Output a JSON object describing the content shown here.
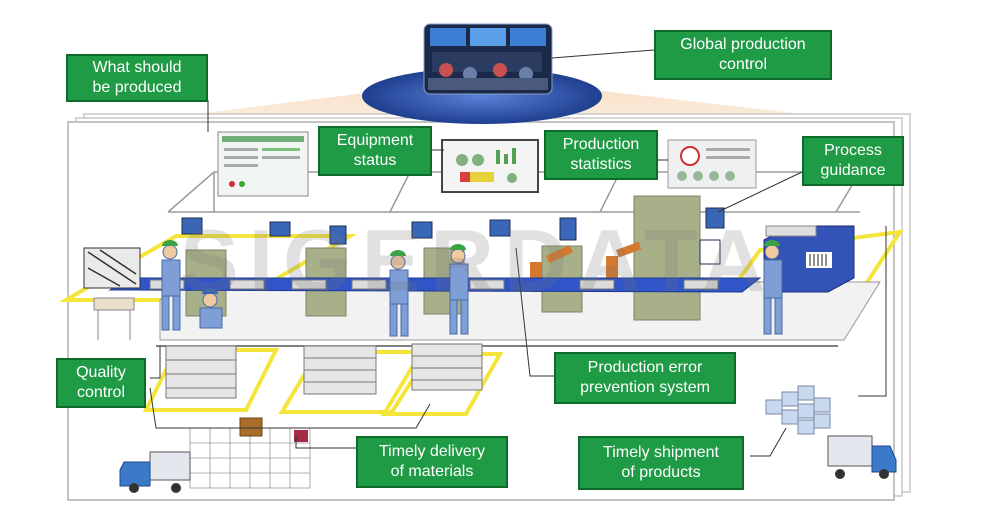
{
  "callouts": {
    "what_should_be_produced": "What should\nbe produced",
    "global_production_control": "Global production\ncontrol",
    "equipment_status": "Equipment\nstatus",
    "production_statistics": "Production\nstatistics",
    "process_guidance": "Process\nguidance",
    "quality_control": "Quality\ncontrol",
    "production_error_prevention": "Production error\nprevention system",
    "timely_delivery": "Timely delivery\nof materials",
    "timely_shipment": "Timely shipment\nof products"
  },
  "watermark": "SIGERDATA",
  "colors": {
    "callout_fill": "#1f9a45",
    "callout_border": "#0d6b2a",
    "zone_marking": "#f5e43a",
    "conveyor": "#2f55c8",
    "worker": "#7f9ed6",
    "control_room_ellipse": "#2a4fa8"
  }
}
